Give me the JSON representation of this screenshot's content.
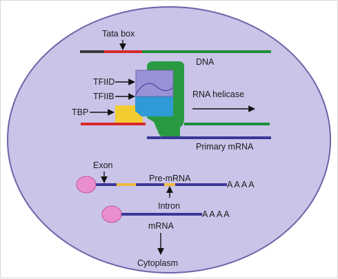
{
  "colors": {
    "cell_fill": "#c9c4e8",
    "cell_stroke": "#6b63a8",
    "dna_green": "#1f8f3a",
    "dna_red": "#d8282a",
    "dna_dark": "#3a3a3a",
    "rna_blue": "#3b3798",
    "tfiid_fill": "#9a92d6",
    "tfiib_fill": "#2e9bd6",
    "tbp_fill": "#f3cc32",
    "polymerase_green": "#2a9a42",
    "cap_pink": "#ea8ed0",
    "exon_yellow": "#f0b941"
  },
  "labels": {
    "tata_box": "Tata box",
    "dna": "DNA",
    "tfiid": "TFIID",
    "tfiib": "TFIIB",
    "tbp": "TBP",
    "rna_helicase": "RNA helicase",
    "primary_mrna": "Primary mRNA",
    "exon": "Exon",
    "pre_mrna": "Pre-mRNA",
    "poly_a_1": "A A A A",
    "intron": "Intron",
    "poly_a_2": "A A A A",
    "mrna": "mRNA",
    "cytoplasm": "Cytoplasm"
  }
}
